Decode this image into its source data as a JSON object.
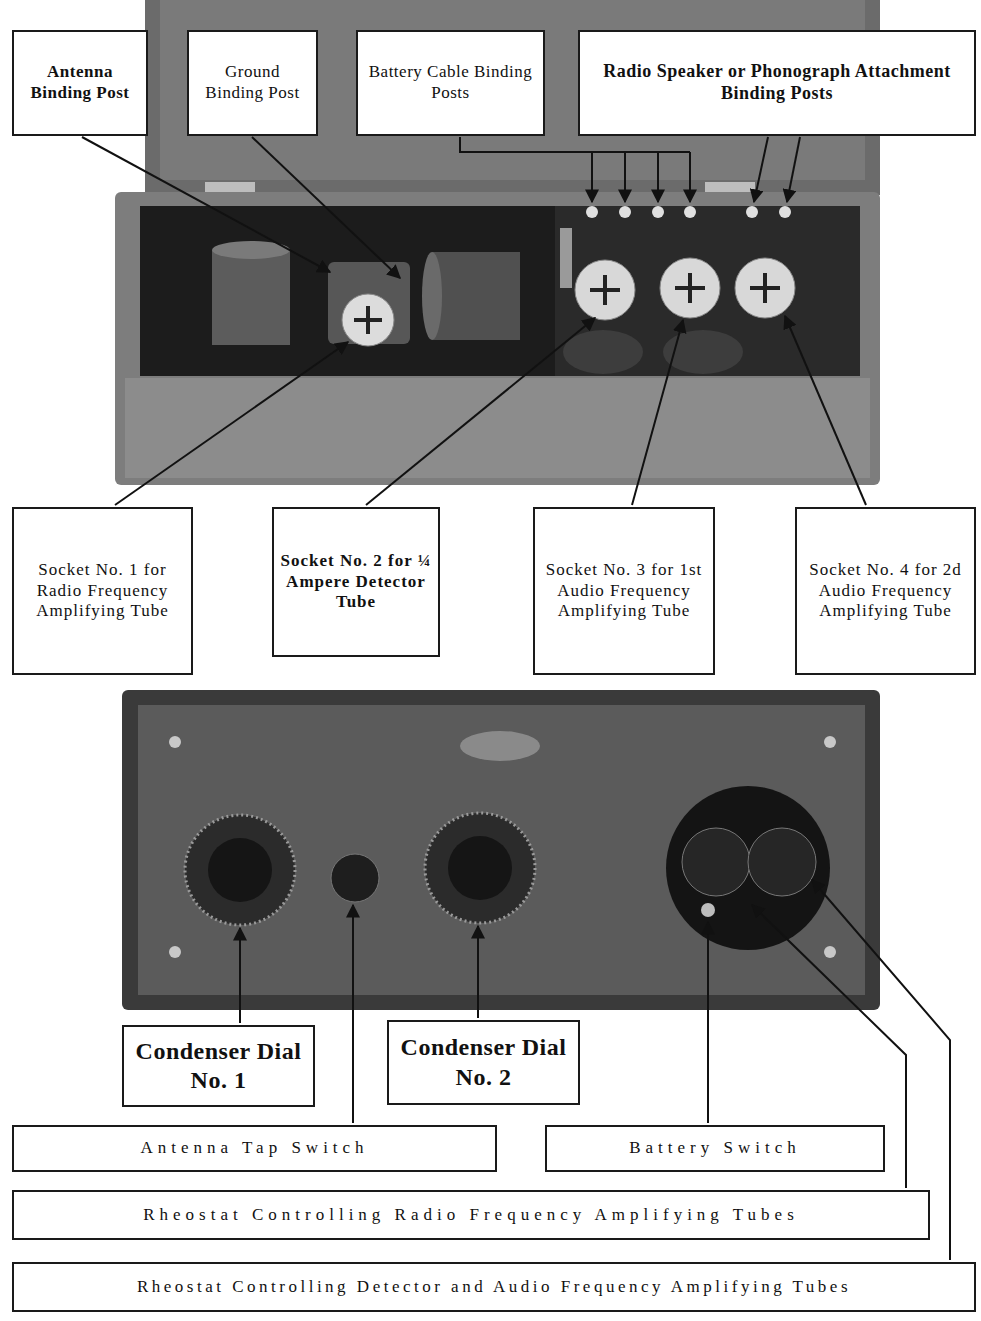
{
  "diagram": {
    "nodes": [
      {
        "text": [
          "Antenna Binding Post"
        ]
      },
      {
        "text": [
          "Ground Binding Post"
        ]
      },
      {
        "text": [
          "Battery Cable Binding Posts"
        ]
      },
      {
        "text": [
          "Radio Speaker or Phonograph Attachment Binding Posts"
        ]
      },
      {
        "text": [
          "Socket No. 1 for Radio Frequency Amplifying Tube"
        ]
      },
      {
        "text": [
          "Socket No. 2 for ¼ Ampere Detector Tube"
        ]
      },
      {
        "text": [
          "Socket No. 3 for 1st Audio Frequency Amplifying Tube"
        ]
      },
      {
        "text": [
          "Socket No. 4 for 2d Audio Frequency Amplifying Tube"
        ]
      },
      {
        "text": [
          "Condenser Dial No. 1"
        ]
      },
      {
        "text": [
          "Condenser Dial No. 2"
        ]
      },
      {
        "text": [
          "Antenna Tap Switch"
        ]
      },
      {
        "text": [
          "Battery Switch"
        ]
      },
      {
        "text": [
          "Rheostat Controlling Radio Frequency Amplifying Tubes"
        ]
      },
      {
        "text": [
          "Rheostat Controlling Detector and Audio Frequency Amplifying Tubes"
        ]
      }
    ]
  }
}
